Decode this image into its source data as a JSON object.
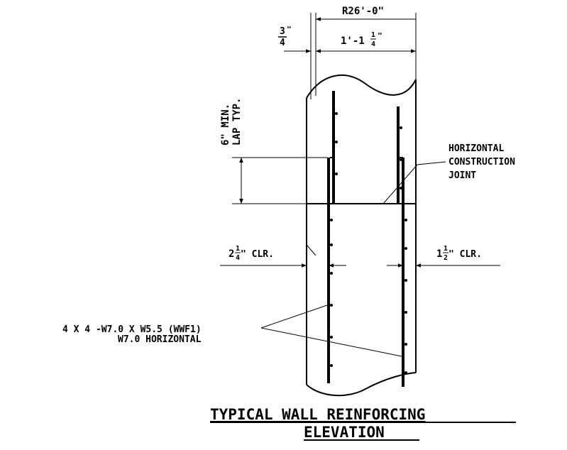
{
  "drawing": {
    "radius": "R26'-0\"",
    "cover_dim_whole": "3",
    "cover_dim_den": "4",
    "wall_thk_main": "1'-1",
    "wall_thk_num": "1",
    "wall_thk_den": "4",
    "lap_line1": "6\" MIN.",
    "lap_line2": "LAP TYP.",
    "joint_line1": "HORIZONTAL",
    "joint_line2": "CONSTRUCTION",
    "joint_line3": "JOINT",
    "left_clr_whole": "2",
    "left_clr_num": "1",
    "left_clr_den": "4",
    "left_clr_suffix": "\" CLR.",
    "right_clr_whole": "1",
    "right_clr_num": "1",
    "right_clr_den": "2",
    "right_clr_suffix": "\" CLR.",
    "mesh_line1": "4 X 4 -W7.0 X W5.5 (WWF1)",
    "mesh_line2": "W7.0 HORIZONTAL",
    "title_line1": "TYPICAL WALL REINFORCING",
    "title_line2": "ELEVATION"
  }
}
